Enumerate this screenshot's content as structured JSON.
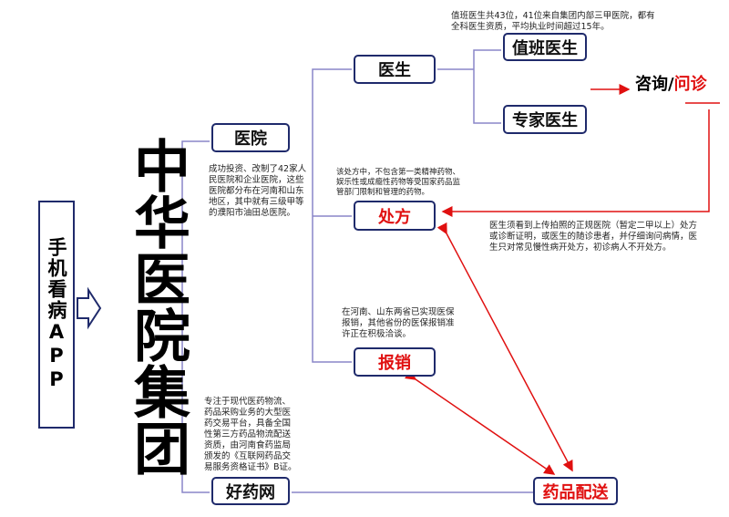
{
  "app_label": "手机看病APP",
  "title": "中华医院集团",
  "nodes": {
    "hospital": "医院",
    "haoyaowang": "好药网",
    "doctor": "医生",
    "prescription": "处方",
    "reimburse": "报销",
    "duty_doctor": "值班医生",
    "expert_doctor": "专家医生",
    "delivery": "药品配送"
  },
  "consult": {
    "part1": "咨询/",
    "part2": "问诊"
  },
  "notes": {
    "duty": "值班医生共43位，41位来自集团内部三甲医院，都有全科医生资质，平均执业时间超过15年。",
    "hospital": "成功投资、改制了42家人民医院和企业医院，这些医院都分布在河南和山东地区，其中就有三级甲等的濮阳市油田总医院。",
    "prescription": "该处方中，不包含第一类精神药物、娱乐性或成瘾性药物等受国家药品监管部门限制和管理的药物。",
    "rx_rule": "医生须看到上传拍照的正规医院（暂定二甲以上）处方或诊断证明，或医生的随诊患者，并仔细询问病情，医生只对常见慢性病开处方，初诊病人不开处方。",
    "reimburse": "在河南、山东两省已实现医保报销，其他省份的医保报销准许正在积极洽谈。",
    "haoyaowang": "专注于现代医药物流、药品采购业务的大型医药交易平台，具备全国性第三方药品物流配送资质，由河南食药监局颁发的《互联网药品交易服务资格证书》B证。"
  },
  "colors": {
    "border": "#1f2a6b",
    "bracket": "#8a86c8",
    "accent": "#e01010"
  }
}
